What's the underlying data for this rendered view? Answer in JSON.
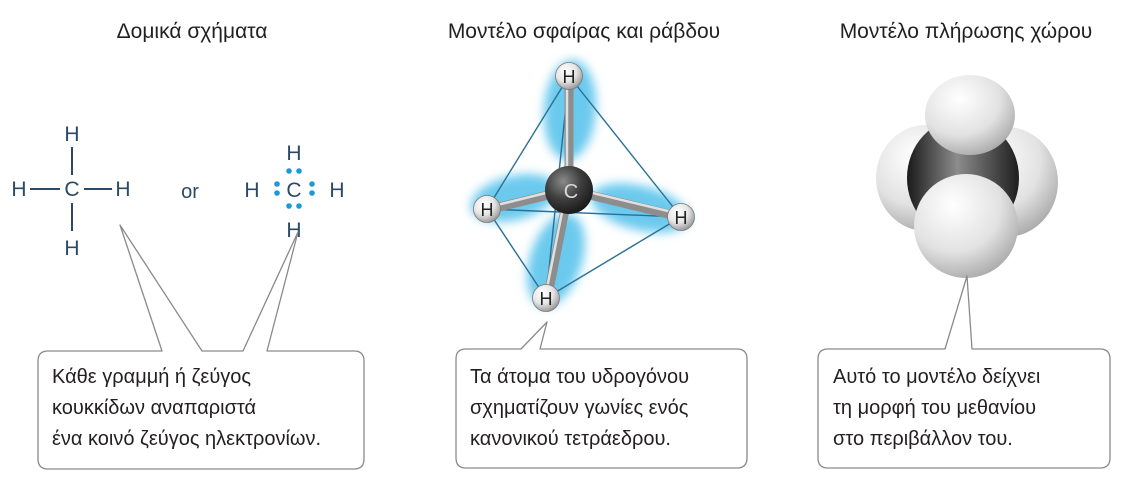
{
  "panels": [
    {
      "title": "Δομικά σχήματα",
      "callout_lines": [
        "Κάθε γραμμή ή ζεύγος",
        "κουκκίδων αναπαριστά",
        "ένα κοινό ζεύγος ηλεκτρονίων."
      ]
    },
    {
      "title": "Μοντέλο σφαίρας και ράβδου",
      "callout_lines": [
        "Τα άτομα του υδρογόνου",
        "σχηματίζουν γωνίες ενός",
        "κανονικού τετράεδρου."
      ]
    },
    {
      "title": "Μοντέλο πλήρωσης χώρου",
      "callout_lines": [
        "Αυτό το μοντέλο δείχνει",
        "τη μορφή του μεθανίου",
        "στο περιβάλλον του."
      ]
    }
  ],
  "structural": {
    "hydrogen": "H",
    "carbon": "C",
    "or": "or"
  },
  "ball_stick": {
    "hydrogen": "H",
    "carbon": "C"
  },
  "colors": {
    "formula": "#2c4a66",
    "electron_dot": "#1b9ad6",
    "glow": "#5bc4ec",
    "callout_border": "#8a8a8a",
    "text": "#231f20"
  }
}
